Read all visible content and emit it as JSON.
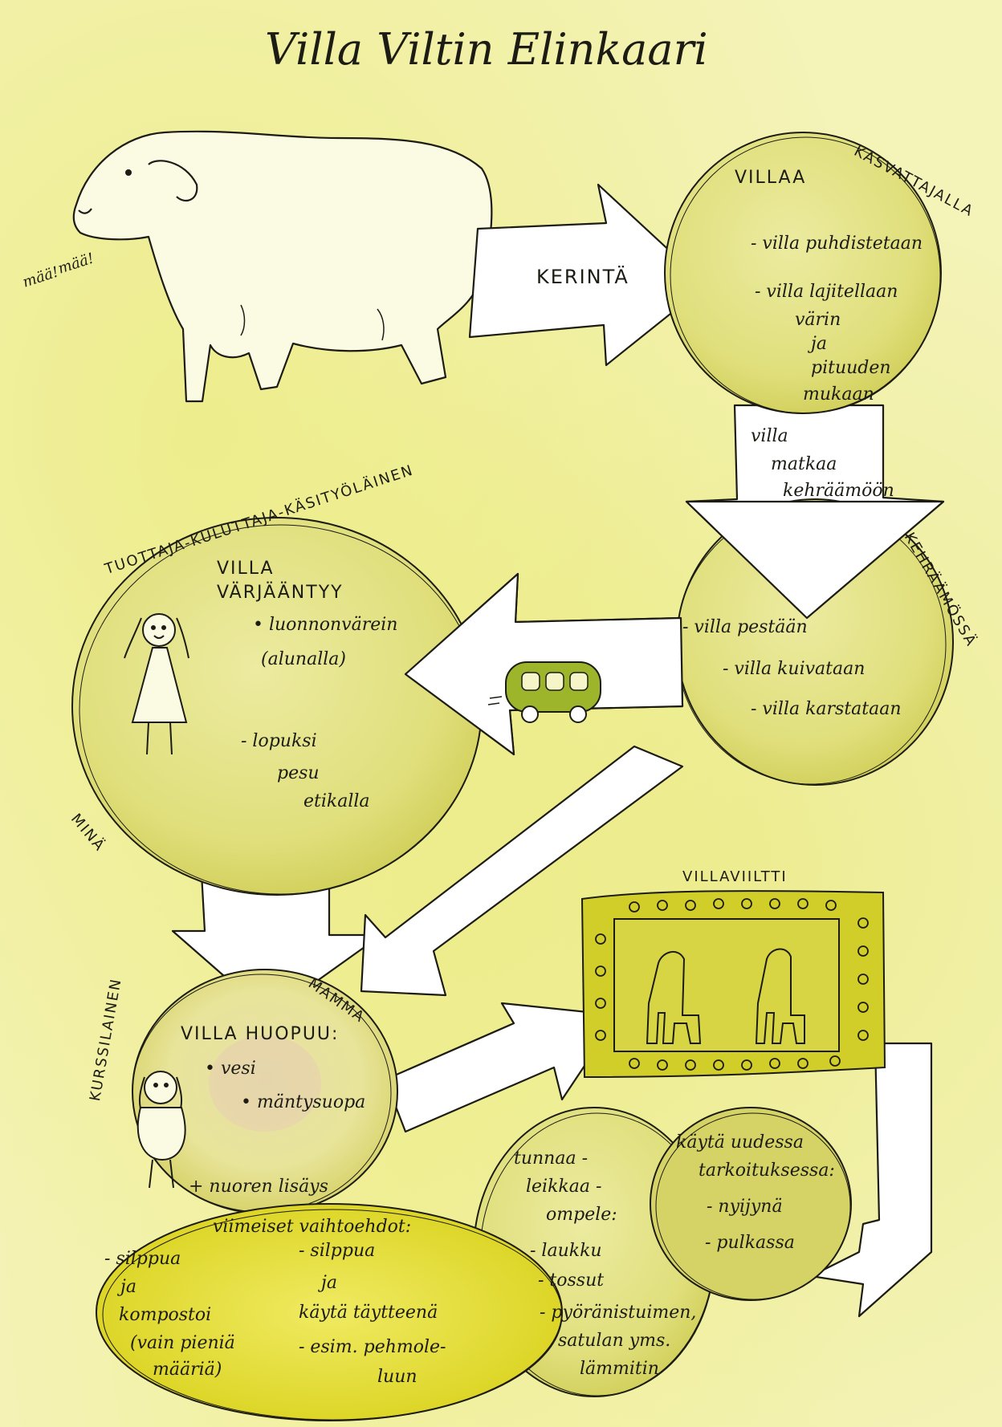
{
  "title": "Villa Viltin Elinkaari",
  "sheep_sound": [
    "mää!",
    "mää!"
  ],
  "arrows": {
    "shearing": "KERINTÄ",
    "transport": [
      "villa",
      "matkaa",
      "kehräämöön"
    ]
  },
  "nodes": {
    "farmer": {
      "role": "KASVATTAJALLA",
      "heading": "VILLAA",
      "items": [
        "- villa puhdistetaan",
        "- villa lajitellaan",
        "värin",
        "ja",
        "pituuden",
        "mukaan"
      ]
    },
    "mill": {
      "role": "KEHRÄÄMÖSSÄ",
      "items": [
        "- villa pestään",
        "- villa kuivataan",
        "- villa karstataan"
      ]
    },
    "dyer": {
      "role": "TUOTTAJA-KULUTTAJA-KÄSITYÖLÄINEN",
      "role2": "MINÄ",
      "heading": [
        "VILLA",
        "VÄRJÄÄNTYY"
      ],
      "items": [
        "• luonnonvärein",
        "(alunalla)",
        "- lopuksi",
        "pesu",
        "etikalla"
      ]
    },
    "felter": {
      "role": "KURSSILAINEN",
      "role2": "MAMMA",
      "heading": "VILLA HUOPUU:",
      "items": [
        "• vesi",
        "• mäntysuopa",
        "+ nuoren lisäys"
      ]
    },
    "felt": {
      "label": "VILLAVIILTTI"
    },
    "use": {
      "heading": [
        "käytä uudessa",
        "tarkoituksessa:"
      ],
      "items": [
        "- nyijynä",
        "- pulkassa"
      ]
    },
    "sew": {
      "heading": [
        "tunnaa -",
        "leikkaa -",
        "ompele:"
      ],
      "items": [
        "- laukku",
        "- tossut",
        "- pyöränistuimen,",
        "satulan yms.",
        "lämmitin"
      ]
    },
    "last": {
      "heading": "viimeiset vaihtoehdot:",
      "left": [
        "- silppua",
        "ja",
        "kompostoi",
        "(vain pieniä",
        "määriä)"
      ],
      "right": [
        "- silppua",
        "ja",
        "käytä täytteenä",
        "- esim. pehmole-",
        "luun"
      ]
    }
  },
  "colors": {
    "background": "#f4f3b8",
    "circle": "#e6e58a",
    "circle_dark": "#d8d665",
    "blanket": "#d1ce2a",
    "bus": "#9cb52b",
    "ink": "#1c1c14"
  }
}
